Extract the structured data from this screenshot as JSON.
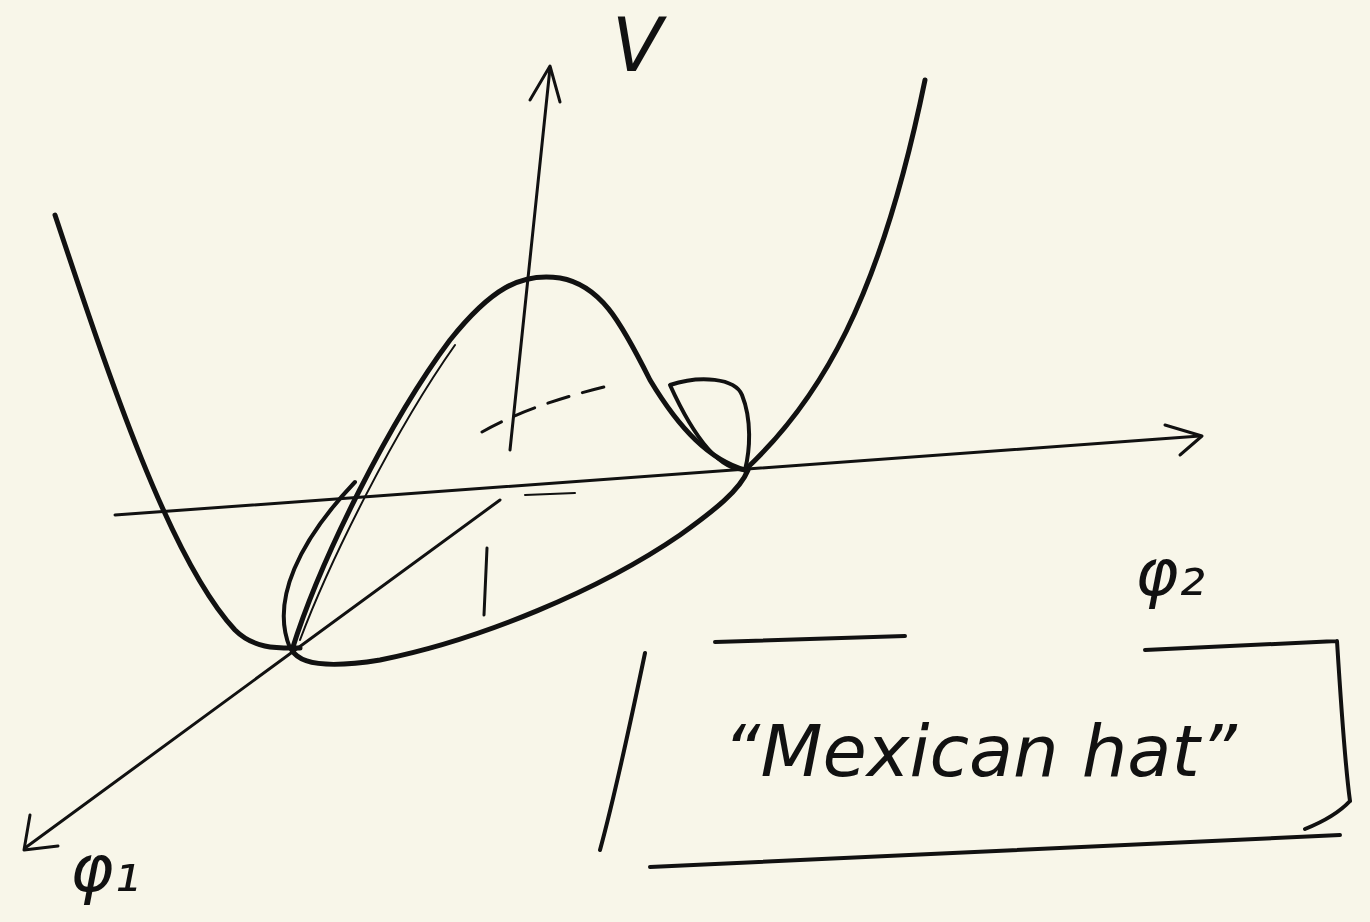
{
  "diagram": {
    "nodes": [
      {
        "text": [
          "“Mexican hat”"
        ]
      }
    ],
    "labels": [
      "V",
      "φ₂",
      "φ₁"
    ]
  }
}
